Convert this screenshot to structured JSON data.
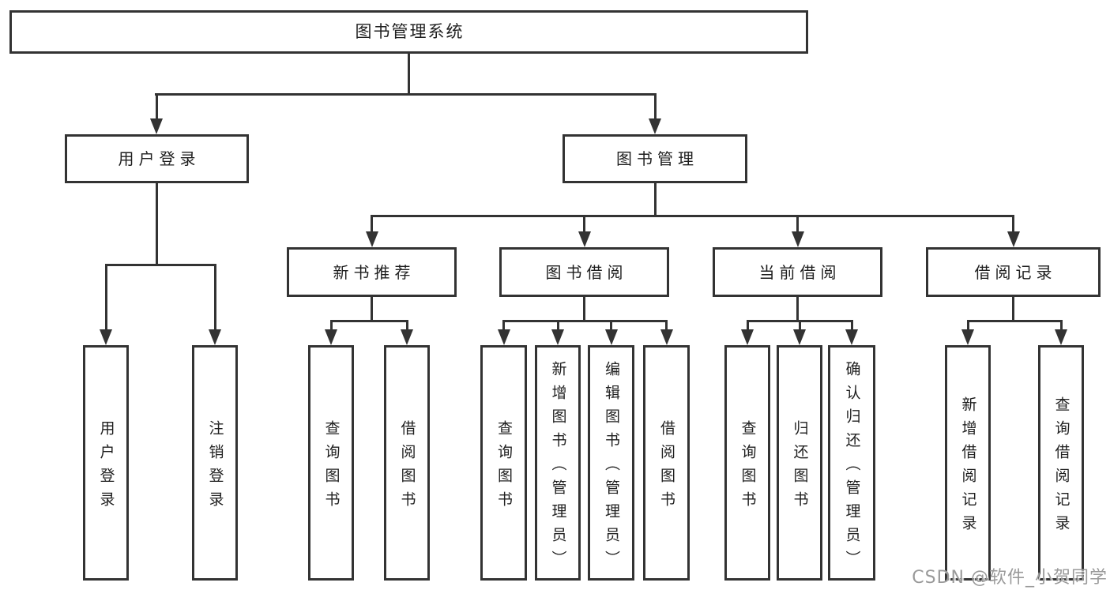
{
  "diagram_type": "hierarchy-tree",
  "colors": {
    "line": "#333333",
    "box_border": "#333333",
    "box_fill": "#ffffff",
    "text": "#1f1f1f",
    "watermark": "#9a9a9a",
    "background": "#ffffff"
  },
  "tree": {
    "root": {
      "label": "图书管理系统",
      "children": [
        {
          "label": "用户登录",
          "children": [
            {
              "label": "用户登录"
            },
            {
              "label": "注销登录"
            }
          ]
        },
        {
          "label": "图书管理",
          "children": [
            {
              "label": "新书推荐",
              "children": [
                {
                  "label": "查询图书"
                },
                {
                  "label": "借阅图书"
                }
              ]
            },
            {
              "label": "图书借阅",
              "children": [
                {
                  "label": "查询图书"
                },
                {
                  "label": "新增图书（管理员）"
                },
                {
                  "label": "编辑图书（管理员）"
                },
                {
                  "label": "借阅图书"
                }
              ]
            },
            {
              "label": "当前借阅",
              "children": [
                {
                  "label": "查询图书"
                },
                {
                  "label": "归还图书"
                },
                {
                  "label": "确认归还（管理员）"
                }
              ]
            },
            {
              "label": "借阅记录",
              "children": [
                {
                  "label": "新增借阅记录"
                },
                {
                  "label": "查询借阅记录"
                }
              ]
            }
          ]
        }
      ]
    }
  },
  "watermark": {
    "text": "CSDN @软件_小贺同学"
  }
}
